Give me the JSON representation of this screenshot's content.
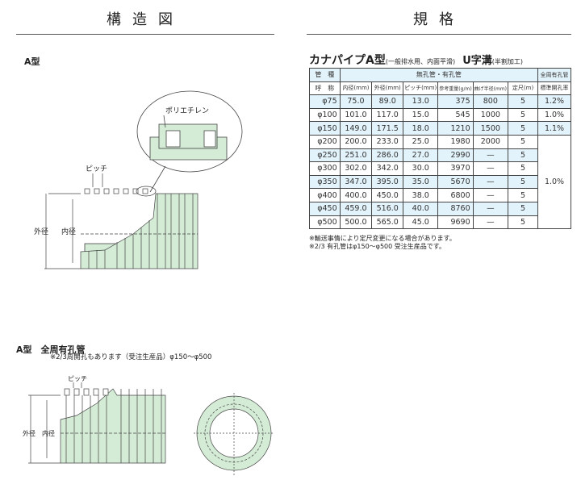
{
  "left": {
    "heading": "構造図",
    "label_a": "A型",
    "material": "ポリエチレン",
    "pitch": "ピッチ",
    "outer": "外径",
    "inner": "内径",
    "label_b": "A型　全周有孔管",
    "note_b": "※2/3周開孔もあります（受注生産品）φ150～φ500"
  },
  "right": {
    "heading": "規格",
    "title_main": "カナパイプA型",
    "title_sub": "(一般排水用、内面平滑)",
    "title_main2": "U字溝",
    "title_sub2": "(半割加工)",
    "header1": [
      "管　種",
      "無孔管・有孔管",
      "全周有孔管"
    ],
    "header2": [
      "呼　称",
      "内径(mm)",
      "外径(mm)",
      "ピッチ(mm)",
      "参考重量(g/m)",
      "曲げ半径(mm)",
      "定尺(m)",
      "標準開孔率"
    ],
    "rows": [
      [
        "φ75",
        "75.0",
        "89.0",
        "13.0",
        "375",
        "800",
        "5",
        "1.2%"
      ],
      [
        "φ100",
        "101.0",
        "117.0",
        "15.0",
        "545",
        "1000",
        "5",
        "1.0%"
      ],
      [
        "φ150",
        "149.0",
        "171.5",
        "18.0",
        "1210",
        "1500",
        "5",
        "1.1%"
      ],
      [
        "φ200",
        "200.0",
        "233.0",
        "25.0",
        "1980",
        "2000",
        "5",
        ""
      ],
      [
        "φ250",
        "251.0",
        "286.0",
        "27.0",
        "2990",
        "—",
        "5",
        ""
      ],
      [
        "φ300",
        "302.0",
        "342.0",
        "30.0",
        "3970",
        "—",
        "5",
        ""
      ],
      [
        "φ350",
        "347.0",
        "395.0",
        "35.0",
        "5670",
        "—",
        "5",
        ""
      ],
      [
        "φ400",
        "400.0",
        "450.0",
        "38.0",
        "6800",
        "—",
        "5",
        ""
      ],
      [
        "φ450",
        "459.0",
        "516.0",
        "40.0",
        "8760",
        "—",
        "5",
        ""
      ],
      [
        "φ500",
        "500.0",
        "565.0",
        "45.0",
        "9690",
        "—",
        "5",
        ""
      ]
    ],
    "merged_rate": "1.0%",
    "notes": [
      "※輸送事情により定尺変更になる場合があります。",
      "※2/3 有孔管はφ150～φ500 受注生産品です。"
    ]
  },
  "colors": {
    "pipe": "#d4ecd6",
    "row_alt": "#e3f3fb"
  }
}
